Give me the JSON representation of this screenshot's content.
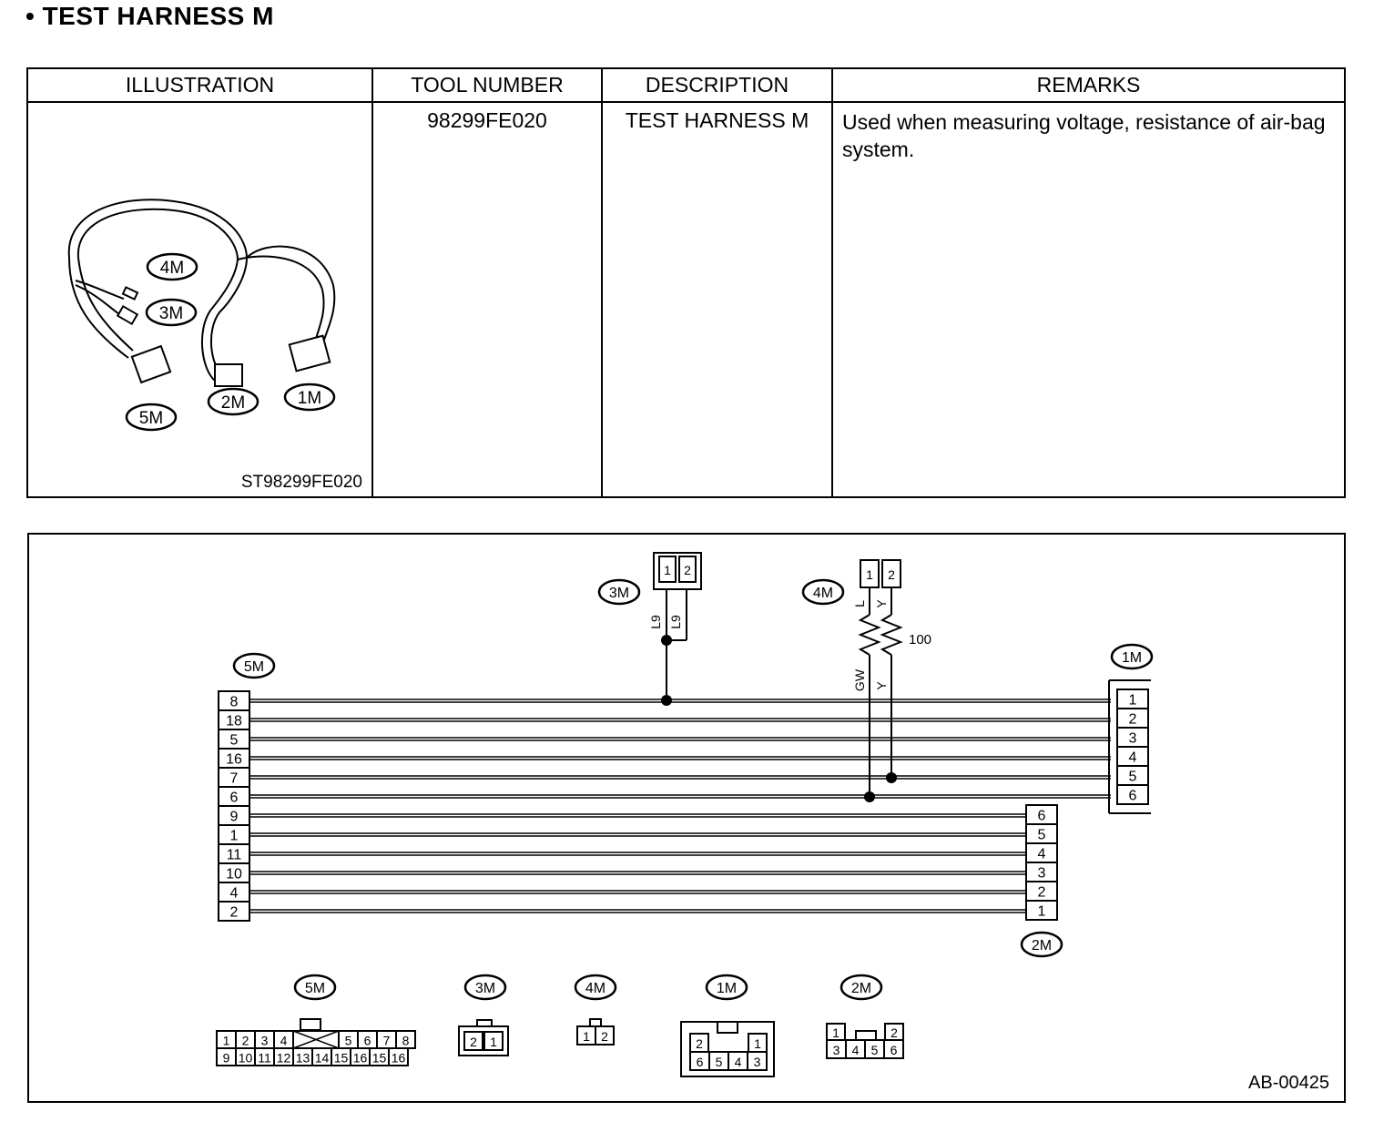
{
  "page": {
    "title": "• TEST HARNESS M"
  },
  "table": {
    "headers": [
      "ILLUSTRATION",
      "TOOL NUMBER",
      "DESCRIPTION",
      "REMARKS"
    ],
    "row": {
      "tool_number": "98299FE020",
      "description": "TEST HARNESS M",
      "remarks": "Used when measuring voltage, resistance of air-bag system.",
      "illustration_code": "ST98299FE020",
      "illustration_labels": [
        "4M",
        "3M",
        "5M",
        "2M",
        "1M"
      ]
    }
  },
  "diagram": {
    "ref": "AB-00425",
    "connectors": {
      "5M": {
        "label": "5M",
        "pins": [
          "8",
          "18",
          "5",
          "16",
          "7",
          "6",
          "9",
          "1",
          "11",
          "10",
          "4",
          "2"
        ]
      },
      "1M": {
        "label": "1M",
        "pins": [
          "1",
          "2",
          "3",
          "4",
          "5",
          "6"
        ]
      },
      "2M": {
        "label": "2M",
        "pins": [
          "6",
          "5",
          "4",
          "3",
          "2",
          "1"
        ]
      },
      "3M": {
        "label": "3M",
        "pins": [
          "1",
          "2"
        ],
        "wire_colors": [
          "L9",
          "L9"
        ]
      },
      "4M": {
        "label": "4M",
        "pins": [
          "1",
          "2"
        ],
        "wire_colors": [
          "L",
          "Y"
        ],
        "lower_wire_colors": [
          "GW",
          "Y"
        ]
      }
    },
    "resistor_value": "100",
    "faces": {
      "5M": {
        "label": "5M",
        "top": [
          "1",
          "2",
          "3",
          "4",
          "5",
          "6",
          "7",
          "8"
        ],
        "bottom": [
          "9",
          "10",
          "11",
          "12",
          "13",
          "14",
          "15",
          "16",
          "15",
          "16"
        ]
      },
      "3M": {
        "label": "3M",
        "pins": [
          "2",
          "1"
        ]
      },
      "4M": {
        "label": "4M",
        "pins": [
          "1",
          "2"
        ]
      },
      "1M": {
        "label": "1M",
        "top": [
          "2",
          "1"
        ],
        "bottom": [
          "6",
          "5",
          "4",
          "3"
        ]
      },
      "2M": {
        "label": "2M",
        "top": [
          "1",
          "2"
        ],
        "bottom": [
          "3",
          "4",
          "5",
          "6"
        ]
      }
    }
  }
}
